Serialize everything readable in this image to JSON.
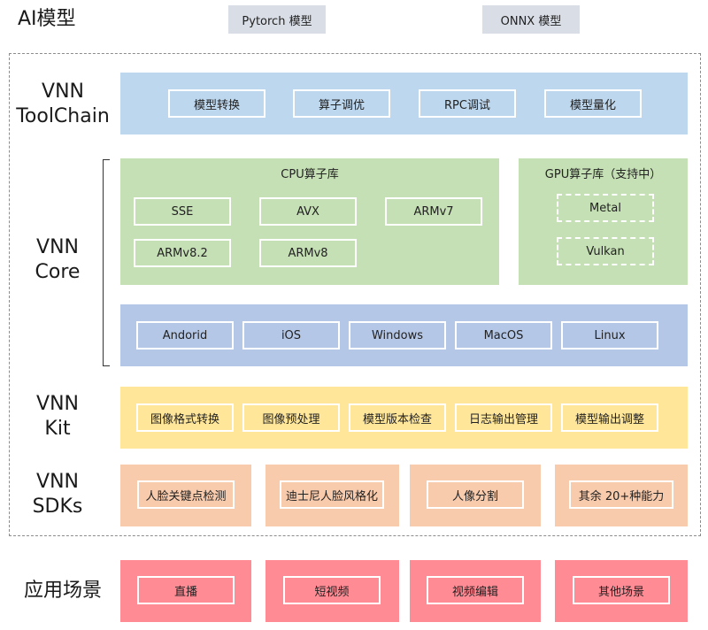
{
  "ai_model": {
    "label": "AI模型",
    "items": [
      "Pytorch 模型",
      "ONNX 模型"
    ]
  },
  "toolchain": {
    "label_line1": "VNN",
    "label_line2": "ToolChain",
    "items": [
      "模型转换",
      "算子调优",
      "RPC调试",
      "模型量化"
    ]
  },
  "core": {
    "label_line1": "VNN",
    "label_line2": "Core",
    "cpu": {
      "title": "CPU算子库",
      "items": [
        "SSE",
        "AVX",
        "ARMv7",
        "ARMv8.2",
        "ARMv8"
      ]
    },
    "gpu": {
      "title": "GPU算子库（支持中）",
      "items": [
        "Metal",
        "Vulkan"
      ]
    },
    "platforms": [
      "Andorid",
      "iOS",
      "Windows",
      "MacOS",
      "Linux"
    ]
  },
  "kit": {
    "label_line1": "VNN",
    "label_line2": "Kit",
    "items": [
      "图像格式转换",
      "图像预处理",
      "模型版本检查",
      "日志输出管理",
      "模型输出调整"
    ]
  },
  "sdks": {
    "label_line1": "VNN",
    "label_line2": "SDKs",
    "items": [
      "人脸关键点检测",
      "迪士尼人脸风格化",
      "人像分割",
      "其余 20+种能力"
    ]
  },
  "apps": {
    "label": "应用场景",
    "items": [
      "直播",
      "短视频",
      "视频编辑",
      "其他场景"
    ]
  },
  "colors": {
    "toolchain": "#bdd7ee",
    "core_cpu_gpu": "#c5e0b4",
    "platforms": "#b4c7e7",
    "kit": "#ffe699",
    "sdks": "#f8cbad",
    "apps": "#ff8b94",
    "top_chips": "#d9dde6"
  }
}
